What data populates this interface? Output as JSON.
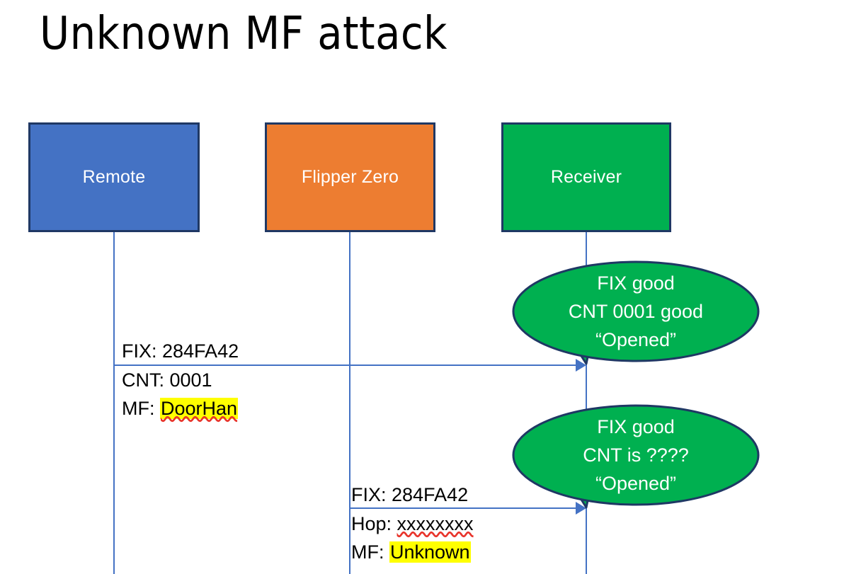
{
  "slide": {
    "title": "Unknown MF attack",
    "background": "#ffffff"
  },
  "colors": {
    "remote_fill": "#4472C4",
    "flipper_fill": "#ED7D31",
    "receiver_fill": "#00B050",
    "box_border": "#1F3864",
    "lifeline": "#4472C4",
    "callout_fill": "#00B050",
    "callout_border": "#1F3864",
    "highlight": "#FFFF00",
    "spellcheck_underline": "#E8342B",
    "label_text": "#000000",
    "box_text": "#FFFFFF"
  },
  "actors": [
    {
      "id": "remote",
      "label": "Remote"
    },
    {
      "id": "flipper",
      "label": "Flipper Zero"
    },
    {
      "id": "receiver",
      "label": "Receiver"
    }
  ],
  "messages": [
    {
      "id": "msg-1",
      "from": "remote",
      "to": "receiver",
      "above_label": "FIX: 284FA42",
      "below_line1_prefix": "CNT: ",
      "below_line1_value": "0001",
      "below_line2_prefix": "MF: ",
      "below_line2_value": "DoorHan",
      "below_line2_highlighted": true,
      "below_line2_spellchecked": true
    },
    {
      "id": "msg-2",
      "from": "flipper",
      "to": "receiver",
      "above_label": "FIX: 284FA42",
      "below_line1_prefix": "Hop: ",
      "below_line1_value": "xxxxxxxx",
      "below_line1_spellchecked": true,
      "below_line2_prefix": "MF: ",
      "below_line2_value": "Unknown",
      "below_line2_highlighted": true
    }
  ],
  "callouts": [
    {
      "id": "callout-1",
      "anchor": "msg-1",
      "line1": "FIX good",
      "line2": "CNT 0001 good",
      "line3": "“Opened”"
    },
    {
      "id": "callout-2",
      "anchor": "msg-2",
      "line1": "FIX good",
      "line2": "CNT is ????",
      "line3": "“Opened”"
    }
  ]
}
